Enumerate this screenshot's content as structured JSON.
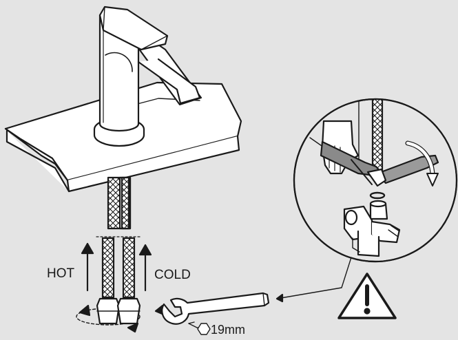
{
  "labels": {
    "hot": "HOT",
    "cold": "COLD",
    "wrench_size": "19mm"
  },
  "icons": {
    "warning": "warning-triangle-icon",
    "hex": "hexagon-icon"
  },
  "colors": {
    "background": "#e4e4e4",
    "line": "#1a1a1a",
    "fill": "#ffffff"
  }
}
